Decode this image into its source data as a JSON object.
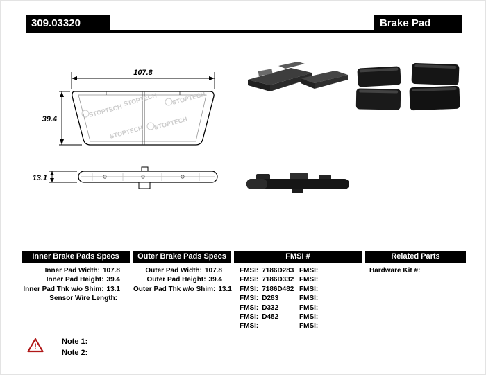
{
  "colors": {
    "bar_bg": "#000000",
    "bar_text": "#ffffff",
    "warning": "#b01818"
  },
  "header": {
    "part_number": "309.03320",
    "product_name": "Brake Pad"
  },
  "drawing": {
    "watermark": "STOPTECH",
    "width_dim": "107.8",
    "height_dim": "39.4",
    "thickness_dim": "13.1"
  },
  "tables": {
    "inner": {
      "title": "Inner Brake Pads Specs",
      "rows": [
        {
          "label": "Inner Pad Width:",
          "value": "107.8"
        },
        {
          "label": "Inner Pad Height:",
          "value": "39.4"
        },
        {
          "label": "Inner Pad Thk w/o Shim:",
          "value": "13.1"
        },
        {
          "label": "Sensor Wire Length:",
          "value": ""
        }
      ]
    },
    "outer": {
      "title": "Outer Brake Pads Specs",
      "rows": [
        {
          "label": "Outer Pad Width:",
          "value": "107.8"
        },
        {
          "label": "Outer Pad Height:",
          "value": "39.4"
        },
        {
          "label": "Outer Pad Thk w/o Shim:",
          "value": "13.1"
        }
      ]
    },
    "fmsi": {
      "title": "FMSI #",
      "rows": [
        {
          "l_label": "FMSI:",
          "l_value": "7186D283",
          "r_label": "FMSI:",
          "r_value": ""
        },
        {
          "l_label": "FMSI:",
          "l_value": "7186D332",
          "r_label": "FMSI:",
          "r_value": ""
        },
        {
          "l_label": "FMSI:",
          "l_value": "7186D482",
          "r_label": "FMSI:",
          "r_value": ""
        },
        {
          "l_label": "FMSI:",
          "l_value": "D283",
          "r_label": "FMSI:",
          "r_value": ""
        },
        {
          "l_label": "FMSI:",
          "l_value": "D332",
          "r_label": "FMSI:",
          "r_value": ""
        },
        {
          "l_label": "FMSI:",
          "l_value": "D482",
          "r_label": "FMSI:",
          "r_value": ""
        },
        {
          "l_label": "FMSI:",
          "l_value": "",
          "r_label": "FMSI:",
          "r_value": ""
        }
      ]
    },
    "related": {
      "title": "Related Parts",
      "rows": [
        {
          "label": "Hardware Kit #:",
          "value": ""
        }
      ]
    }
  },
  "notes": {
    "items": [
      "Note 1:",
      "Note 2:"
    ]
  }
}
